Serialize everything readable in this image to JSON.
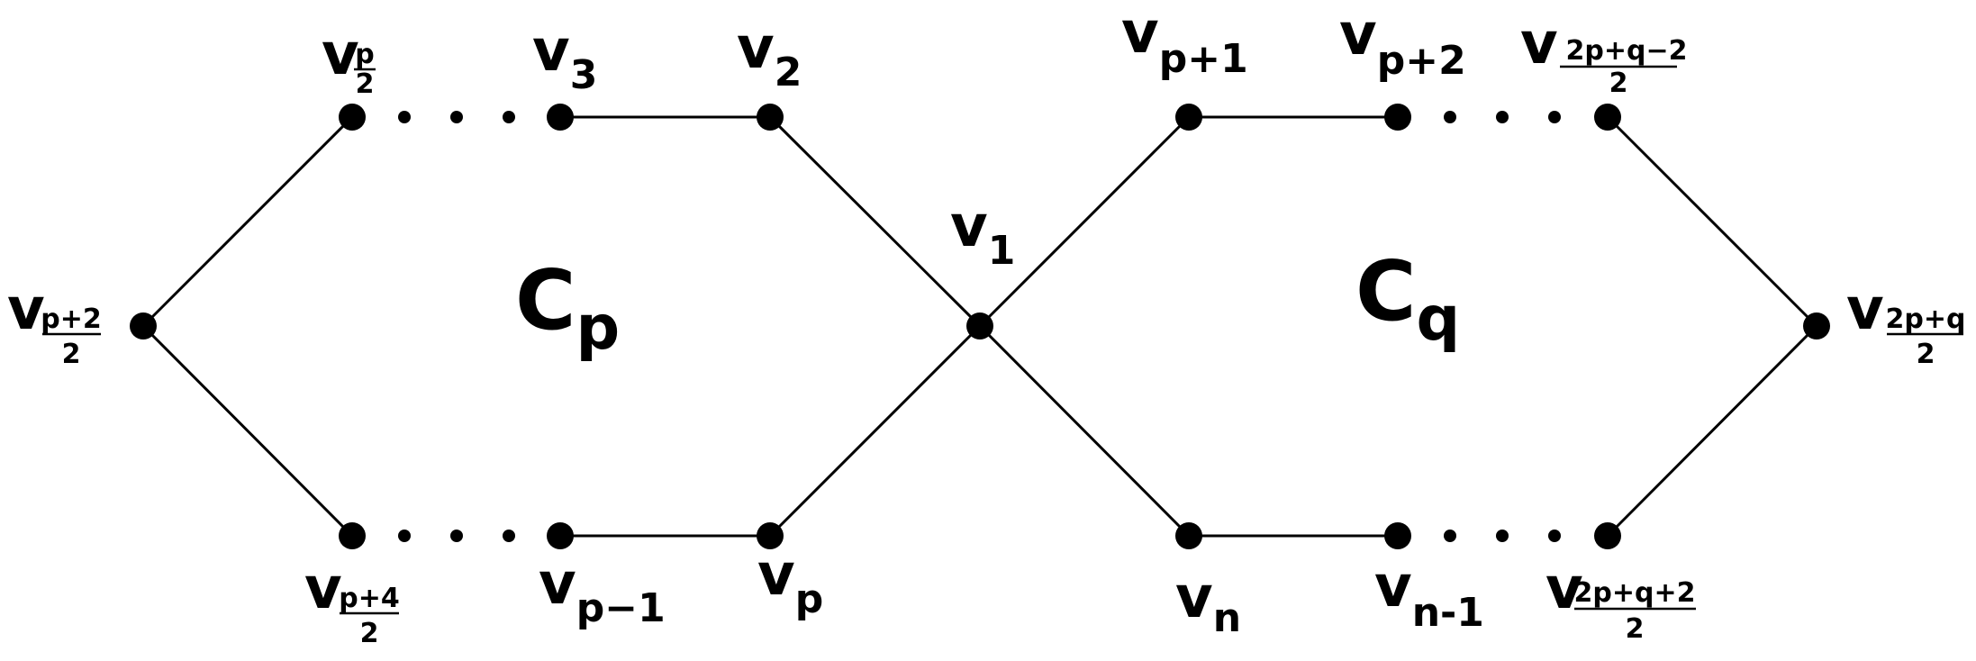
{
  "cycles": [
    {
      "letter": "C",
      "sub": "p"
    },
    {
      "letter": "C",
      "sub": "q"
    }
  ],
  "vertices": [
    {
      "id": "a1",
      "base": "v",
      "sub": "1"
    },
    {
      "id": "a2",
      "base": "v",
      "sub": "2"
    },
    {
      "id": "a3",
      "base": "v",
      "sub": "3"
    },
    {
      "id": "ap2",
      "base": "v",
      "frac_num": "p",
      "frac_den": "2"
    },
    {
      "id": "ap22",
      "base": "v",
      "frac_num": "p+2",
      "frac_den": "2"
    },
    {
      "id": "ap42",
      "base": "v",
      "frac_num": "p+4",
      "frac_den": "2"
    },
    {
      "id": "apm1",
      "base": "v",
      "sub": "p−1"
    },
    {
      "id": "ap",
      "base": "v",
      "sub": "p"
    },
    {
      "id": "ap1",
      "base": "v",
      "sub": "p+1"
    },
    {
      "id": "apq2",
      "base": "v",
      "sub": "p+2"
    },
    {
      "id": "aq2m",
      "base": "v",
      "frac_num": "2p+q−2",
      "frac_den": "2"
    },
    {
      "id": "aq",
      "base": "v",
      "frac_num": "2p+q",
      "frac_den": "2"
    },
    {
      "id": "aq2p",
      "base": "v",
      "frac_num": "2p+q+2",
      "frac_den": "2"
    },
    {
      "id": "an1",
      "base": "v",
      "sub": "n-1"
    },
    {
      "id": "an",
      "base": "v",
      "sub": "n"
    }
  ]
}
